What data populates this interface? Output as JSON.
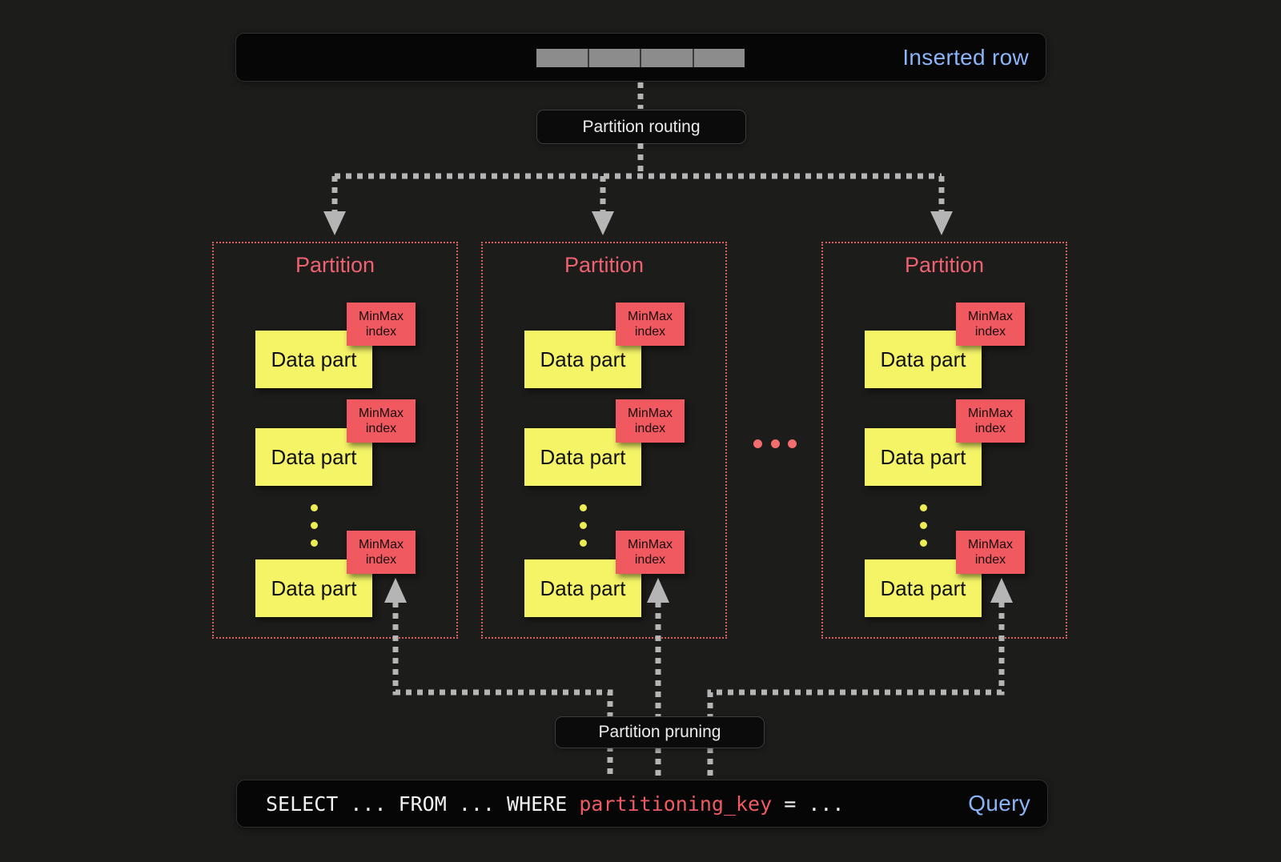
{
  "colors": {
    "background": "#1c1c1a",
    "bar_background": "#060606",
    "accent_blue": "#8ab4f8",
    "partition_title_red": "#ee6170",
    "partition_border_red": "#dc5f5f",
    "data_part_yellow": "#f5f467",
    "minmax_tag_red": "#f0595f",
    "arrow_gray": "#b5b5b5",
    "inserted_row_cell_gray": "#8c8c8c",
    "pill_text": "#ececec",
    "code_text": "#f2f2f2",
    "code_key_red": "#ef5b62"
  },
  "inserted_row_bar": {
    "label": "Inserted row",
    "segment_count": 4
  },
  "routing_label": "Partition routing",
  "pruning_label": "Partition pruning",
  "partitions": [
    {
      "title": "Partition",
      "parts": [
        {
          "label": "Data part",
          "tag": "MinMax index"
        },
        {
          "label": "Data part",
          "tag": "MinMax index"
        },
        {
          "label": "Data part",
          "tag": "MinMax index"
        }
      ]
    },
    {
      "title": "Partition",
      "parts": [
        {
          "label": "Data part",
          "tag": "MinMax index"
        },
        {
          "label": "Data part",
          "tag": "MinMax index"
        },
        {
          "label": "Data part",
          "tag": "MinMax index"
        }
      ]
    },
    {
      "title": "Partition",
      "parts": [
        {
          "label": "Data part",
          "tag": "MinMax index"
        },
        {
          "label": "Data part",
          "tag": "MinMax index"
        },
        {
          "label": "Data part",
          "tag": "MinMax index"
        }
      ]
    }
  ],
  "query_bar": {
    "code_before": "SELECT ... FROM ... WHERE ",
    "code_key": "partitioning_key",
    "code_after": " = ...",
    "label": "Query"
  }
}
